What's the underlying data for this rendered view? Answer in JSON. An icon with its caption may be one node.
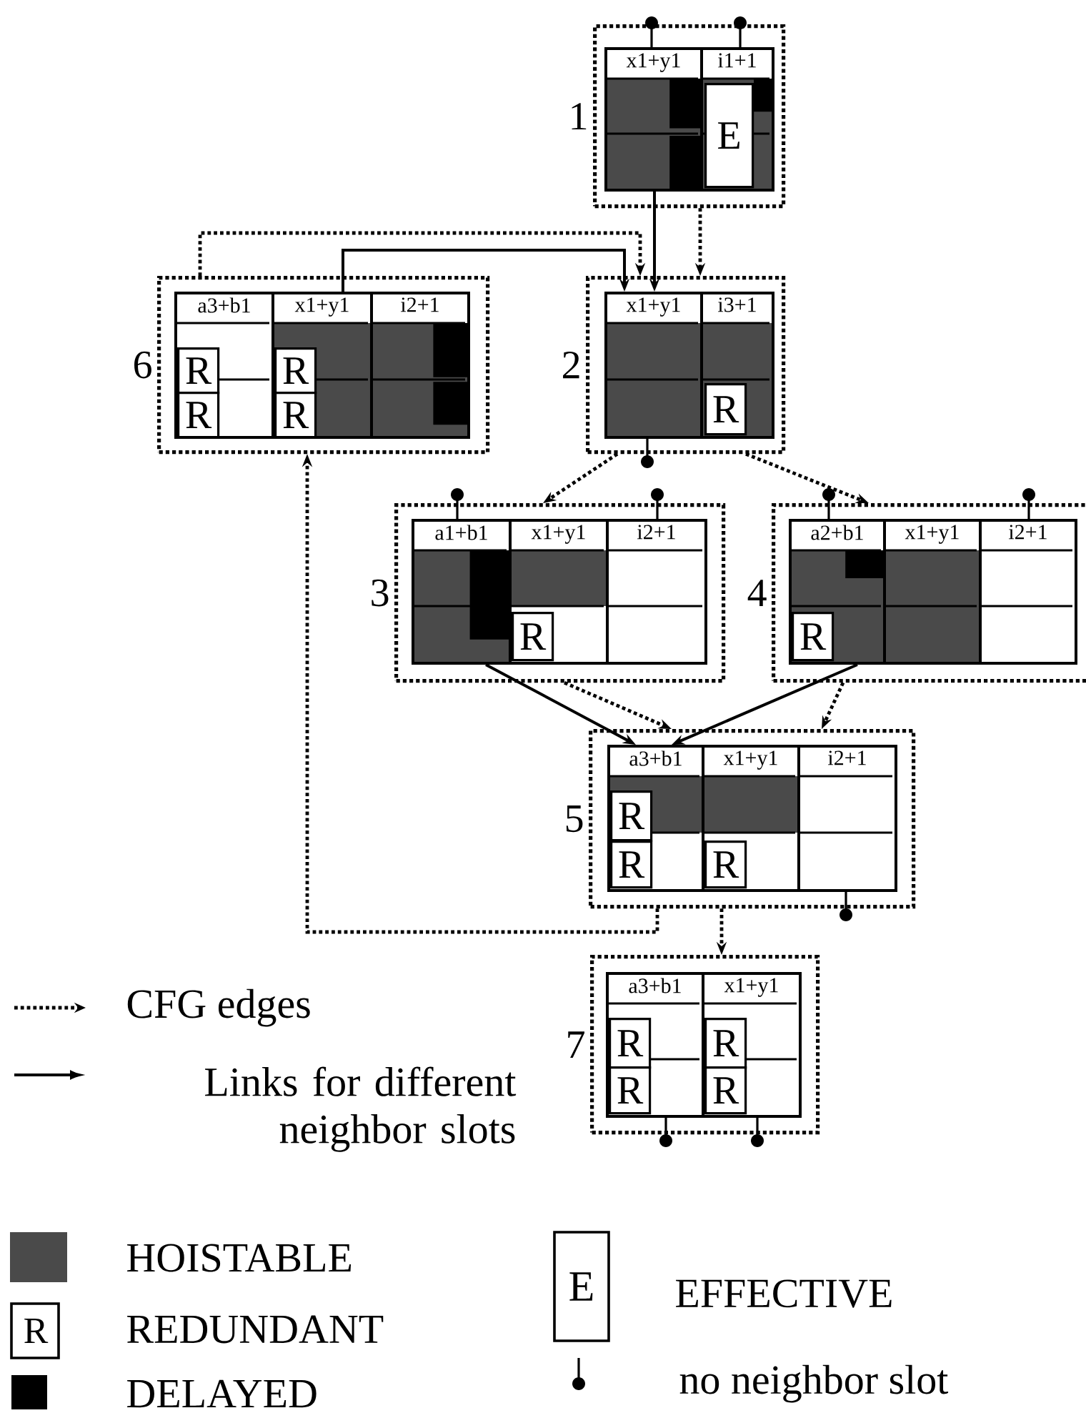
{
  "diagram": {
    "nodes": [
      {
        "text": [],
        "shape": "box",
        "beside": [
          "1"
        ]
      },
      {
        "text": [
          "x1+y1"
        ],
        "in": 0
      },
      {
        "text": [
          "i1+1"
        ],
        "in": 0
      },
      {
        "text": [
          "E"
        ],
        "in": 2
      },
      {
        "text": [],
        "shape": "box",
        "beside": [
          "6"
        ]
      },
      {
        "text": [
          "a3+b1"
        ],
        "in": 4
      },
      {
        "text": [
          "R"
        ],
        "in": 5
      },
      {
        "text": [
          "R"
        ],
        "in": 5
      },
      {
        "text": [
          "x1+y1"
        ],
        "in": 4
      },
      {
        "text": [
          "R"
        ],
        "in": 8
      },
      {
        "text": [
          "R"
        ],
        "in": 8
      },
      {
        "text": [
          "i2+1"
        ],
        "in": 4
      },
      {
        "text": [],
        "shape": "box",
        "beside": [
          "2"
        ]
      },
      {
        "text": [
          "x1+y1"
        ],
        "in": 12
      },
      {
        "text": [
          "i3+1"
        ],
        "in": 12
      },
      {
        "text": [
          "R"
        ],
        "in": 14
      },
      {
        "text": [],
        "shape": "box",
        "beside": [
          "3"
        ]
      },
      {
        "text": [
          "a1+b1"
        ],
        "in": 16
      },
      {
        "text": [
          "x1+y1"
        ],
        "in": 16
      },
      {
        "text": [
          "R"
        ],
        "in": 18
      },
      {
        "text": [
          "i2+1"
        ],
        "in": 16
      },
      {
        "text": [],
        "shape": "box",
        "beside": [
          "4"
        ]
      },
      {
        "text": [
          "a2+b1"
        ],
        "in": 21
      },
      {
        "text": [
          "R"
        ],
        "in": 22
      },
      {
        "text": [
          "x1+y1"
        ],
        "in": 21
      },
      {
        "text": [
          "i2+1"
        ],
        "in": 21
      },
      {
        "text": [],
        "shape": "box",
        "beside": [
          "5"
        ]
      },
      {
        "text": [
          "a3+b1"
        ],
        "in": 26
      },
      {
        "text": [
          "R"
        ],
        "in": 27
      },
      {
        "text": [
          "R"
        ],
        "in": 27
      },
      {
        "text": [
          "x1+y1"
        ],
        "in": 26
      },
      {
        "text": [
          "R"
        ],
        "in": 30
      },
      {
        "text": [
          "i2+1"
        ],
        "in": 26
      },
      {
        "text": [],
        "shape": "box",
        "beside": [
          "7"
        ]
      },
      {
        "text": [
          "a3+b1"
        ],
        "in": 33
      },
      {
        "text": [
          "R"
        ],
        "in": 34
      },
      {
        "text": [
          "R"
        ],
        "in": 34
      },
      {
        "text": [
          "x1+y1"
        ],
        "in": 33
      },
      {
        "text": [
          "R"
        ],
        "in": 37
      },
      {
        "text": [
          "R"
        ],
        "in": 37
      }
    ],
    "edges": [
      {
        "from": 0,
        "to": 12,
        "arrow": "to",
        "style": "dashed"
      },
      {
        "from": 12,
        "to": 16,
        "arrow": "to",
        "style": "dashed"
      },
      {
        "from": 12,
        "to": 21,
        "arrow": "to",
        "style": "dashed"
      },
      {
        "from": 16,
        "to": 26,
        "arrow": "to",
        "style": "dashed"
      },
      {
        "from": 21,
        "to": 26,
        "arrow": "to",
        "style": "dashed"
      },
      {
        "from": 26,
        "to": 4,
        "arrow": "to",
        "style": "dashed"
      },
      {
        "from": 4,
        "to": 12,
        "arrow": "to",
        "style": "dashed"
      },
      {
        "from": 26,
        "to": 33,
        "arrow": "to",
        "style": "dashed"
      },
      {
        "from": 1,
        "to": 13,
        "arrow": "to"
      },
      {
        "from": 8,
        "to": 13,
        "arrow": "to"
      },
      {
        "from": 17,
        "to": 27,
        "arrow": "to"
      },
      {
        "from": 22,
        "to": 27,
        "arrow": "to"
      }
    ],
    "legend": [
      {
        "text": "CFG edges"
      },
      {
        "text": "Links for different neighbor slots"
      },
      {
        "text": "HOISTABLE",
        "color": "#4a4a4a"
      },
      {
        "text": "REDUNDANT"
      },
      {
        "text": "DELAYED",
        "color": "#000000"
      },
      {
        "text": "EFFECTIVE"
      },
      {
        "text": "no neighbor slot"
      }
    ],
    "labels": [
      "R",
      "E"
    ]
  }
}
